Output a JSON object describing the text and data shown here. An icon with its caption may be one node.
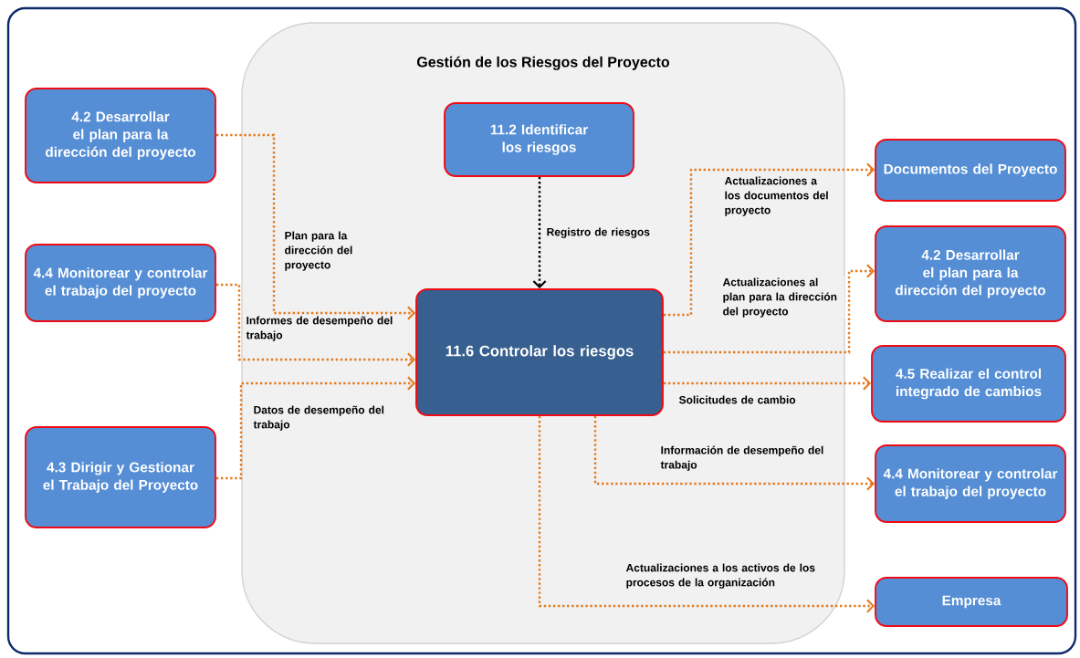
{
  "diagram": {
    "nodes": [
      {
        "text": [
          "Gestión de los Riesgos del Proyecto"
        ]
      },
      {
        "text": [
          "4.2 Desarrollar el plan para la dirección del proyecto"
        ]
      },
      {
        "text": [
          "4.4 Monitorear y controlar el trabajo del proyecto"
        ]
      },
      {
        "text": [
          "4.3 Dirigir y Gestionar el Trabajo del Proyecto"
        ]
      },
      {
        "text": [
          "11.2 Identificar los riesgos"
        ],
        "in": 0
      },
      {
        "text": [
          "11.6 Controlar los riesgos"
        ],
        "in": 0
      },
      {
        "text": [
          "Documentos del Proyecto"
        ]
      },
      {
        "text": [
          "4.2 Desarrollar el plan para la dirección del proyecto"
        ]
      },
      {
        "text": [
          "4.5 Realizar el control integrado de cambios"
        ]
      },
      {
        "text": [
          "4.4 Monitorear y controlar el trabajo del proyecto"
        ]
      },
      {
        "text": [
          "Empresa"
        ]
      }
    ],
    "edges": [
      {
        "from": 1,
        "to": 5,
        "arrow": "to",
        "label": "Plan para la dirección del proyecto"
      },
      {
        "from": 2,
        "to": 5,
        "arrow": "to",
        "label": "Informes de desempeño del trabajo"
      },
      {
        "from": 3,
        "to": 5,
        "arrow": "to",
        "label": "Datos de desempeño del trabajo"
      },
      {
        "from": 4,
        "to": 5,
        "arrow": "to",
        "label": "Registro de riesgos",
        "color": "#000000"
      },
      {
        "from": 5,
        "to": 6,
        "arrow": "to",
        "label": "Actualizaciones a los documentos del proyecto"
      },
      {
        "from": 5,
        "to": 7,
        "arrow": "to",
        "label": "Actualizaciones al plan para la dirección del proyecto"
      },
      {
        "from": 5,
        "to": 8,
        "arrow": "to",
        "label": "Solicitudes de cambio"
      },
      {
        "from": 5,
        "to": 9,
        "arrow": "to",
        "label": "Información de desempeño del trabajo"
      },
      {
        "from": 5,
        "to": 10,
        "arrow": "to",
        "label": "Actualizaciones a los activos de los procesos de la organización"
      }
    ]
  }
}
